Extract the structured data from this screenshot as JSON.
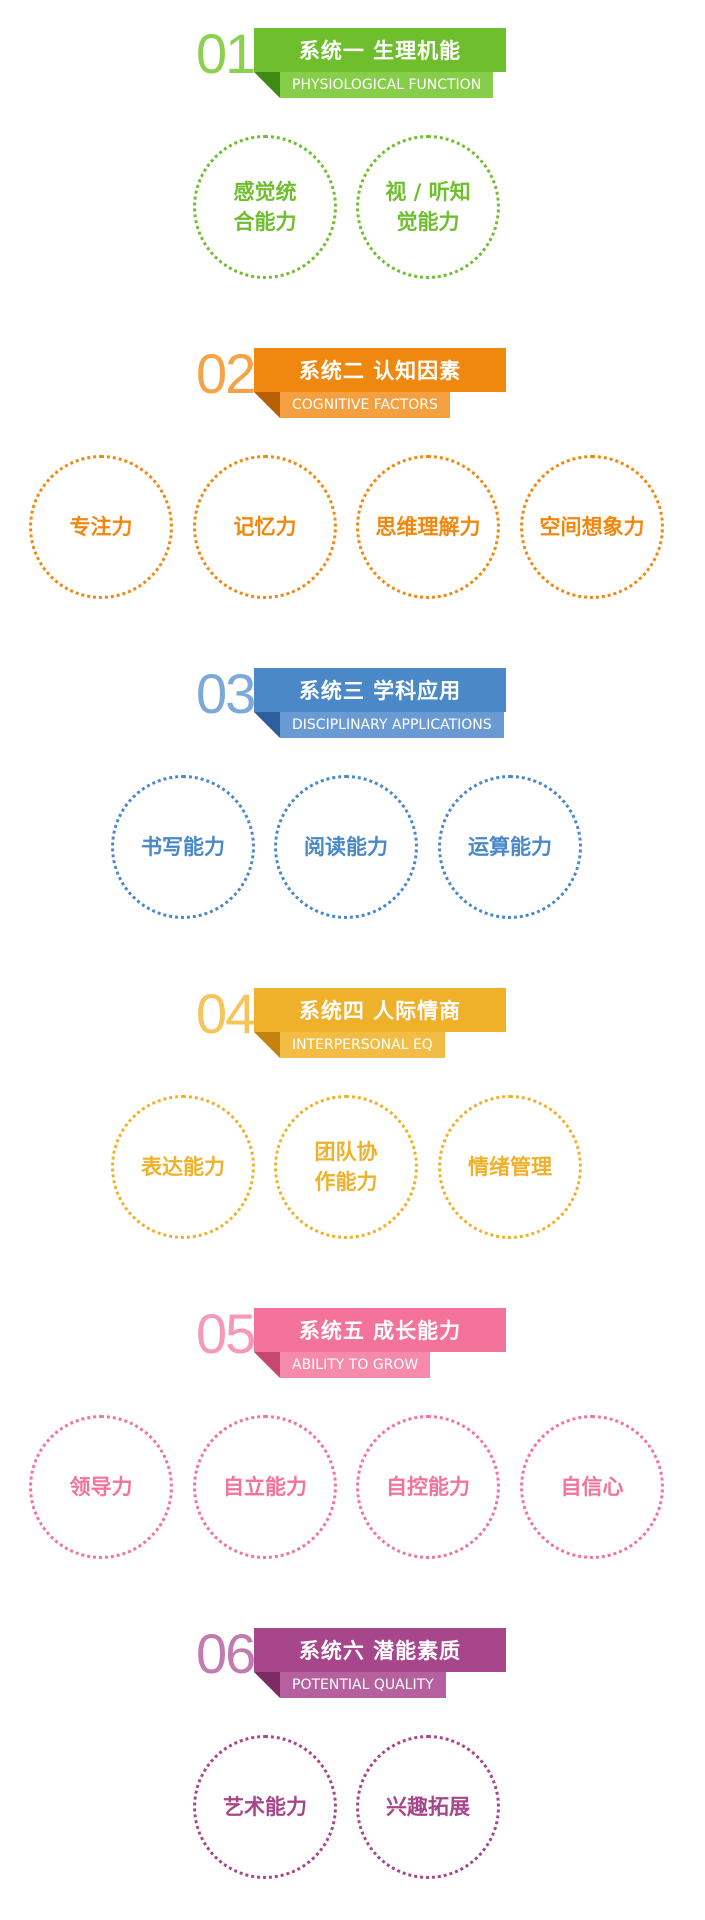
{
  "sections": [
    {
      "number": "01",
      "title": "系统一 生理机能",
      "subtitle": "PHYSIOLOGICAL FUNCTION",
      "items": [
        "感觉统\n合能力",
        "视 / 听知\n觉能力"
      ]
    },
    {
      "number": "02",
      "title": "系统二 认知因素",
      "subtitle": "COGNITIVE FACTORS",
      "items": [
        "专注力",
        "记忆力",
        "思维理解力",
        "空间想象力"
      ]
    },
    {
      "number": "03",
      "title": "系统三 学科应用",
      "subtitle": "DISCIPLINARY APPLICATIONS",
      "items": [
        "书写能力",
        "阅读能力",
        "运算能力"
      ]
    },
    {
      "number": "04",
      "title": "系统四 人际情商",
      "subtitle": "INTERPERSONAL EQ",
      "items": [
        "表达能力",
        "团队协\n作能力",
        "情绪管理"
      ]
    },
    {
      "number": "05",
      "title": "系统五 成长能力",
      "subtitle": "ABILITY TO GROW",
      "items": [
        "领导力",
        "自立能力",
        "自控能力",
        "自信心"
      ]
    },
    {
      "number": "06",
      "title": "系统六 潜能素质",
      "subtitle": "POTENTIAL QUALITY",
      "items": [
        "艺术能力",
        "兴趣拓展"
      ]
    }
  ],
  "colors": {
    "green": "#6fbe2e",
    "orange": "#f08810",
    "blue": "#4a88c8",
    "yellow": "#f0b12a",
    "pink": "#f3739a",
    "purple": "#a8468c"
  }
}
